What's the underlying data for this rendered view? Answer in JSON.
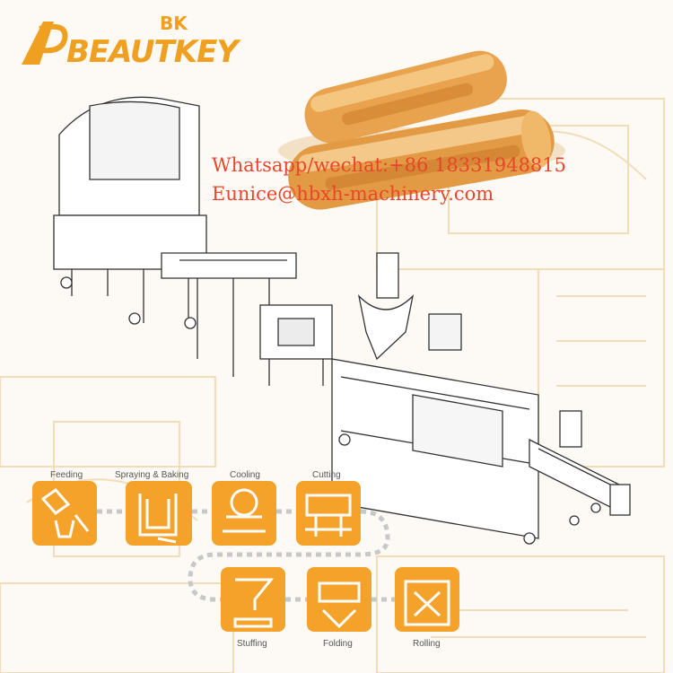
{
  "brand": {
    "logo_text": "BEAUTKEY",
    "logo_mark": "BK"
  },
  "contact": {
    "whatsapp": "Whatsapp/wechat:+86 18331948815",
    "email": "Eunice@hbxh-machinery.com"
  },
  "process": {
    "steps": [
      {
        "label": "Feeding",
        "icon": "feeding-icon"
      },
      {
        "label": "Spraying & Baking",
        "icon": "spraying-baking-icon"
      },
      {
        "label": "Cooling",
        "icon": "cooling-icon"
      },
      {
        "label": "Cutting",
        "icon": "cutting-icon"
      },
      {
        "label": "Stuffing",
        "icon": "stuffing-icon"
      },
      {
        "label": "Folding",
        "icon": "folding-icon"
      },
      {
        "label": "Rolling",
        "icon": "rolling-icon"
      }
    ]
  },
  "colors": {
    "accent": "#f5a22a",
    "contact_text": "#e8462a",
    "background": "#fdfaf5"
  }
}
